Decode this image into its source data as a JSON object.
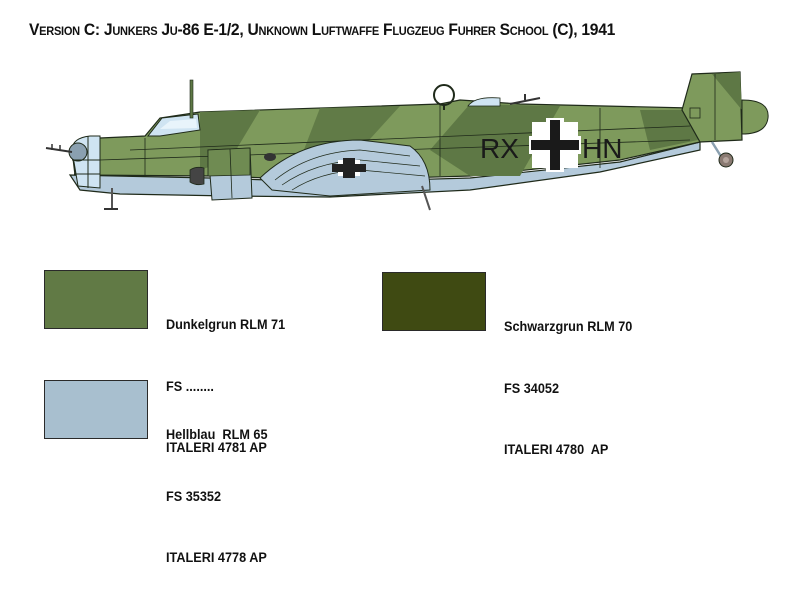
{
  "title": "Version C:  Junkers Ju-86 E-1/2, Unknown Luftwaffe Flugzeug Fuhrer School (C), 1941",
  "aircraft": {
    "name": "Junkers Ju-86 E-1/2",
    "fuselage_code": {
      "left": "RX",
      "right": "HN"
    },
    "marking": "balkenkreuz"
  },
  "colors": [
    {
      "name": "Dunkelgrun RLM 71",
      "fs": "FS ........",
      "italeri": "ITALERI 4781 AP",
      "hex": "#617a45"
    },
    {
      "name": "Schwarzgrun RLM 70",
      "fs": "FS 34052",
      "italeri": "ITALERI 4780  AP",
      "hex": "#3f4a12"
    },
    {
      "name": "Hellblau  RLM 65",
      "fs": "FS 35352",
      "italeri": "ITALERI 4778 AP",
      "hex": "#a8bfcf"
    }
  ],
  "camo": {
    "light": "#7e9a5c",
    "dark": "#5e7845",
    "underside": "#b4cadb",
    "line": "#1f2a1a"
  }
}
